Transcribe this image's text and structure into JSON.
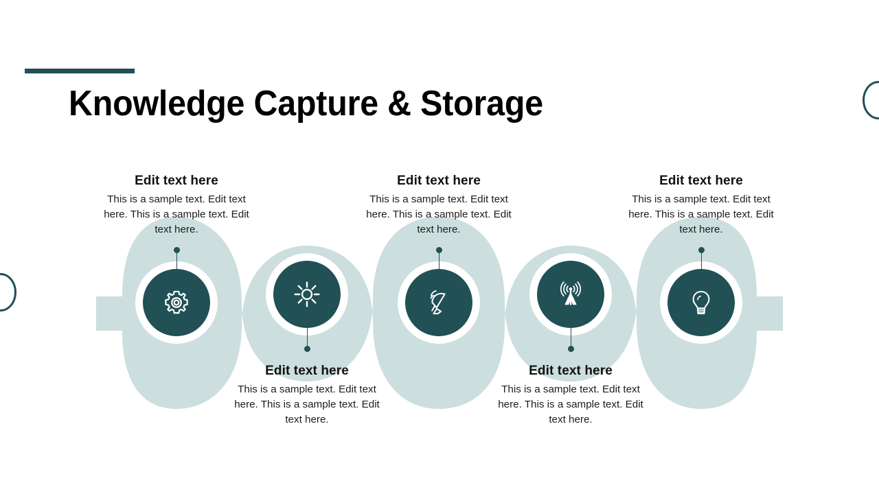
{
  "slide": {
    "title": "Knowledge Capture & Storage",
    "accent_color": "#215055",
    "wave_color": "#ccdedd",
    "circle_color": "#215055",
    "icon_color": "#ffffff",
    "background_color": "#ffffff"
  },
  "decor": {
    "left_ring_name": "decorative-ring-left",
    "right_ring_name": "decorative-ring-right"
  },
  "nodes": [
    {
      "id": "node-1",
      "icon": "gear-icon",
      "position": "above",
      "heading": "Edit text here",
      "body": "This is a sample text. Edit text here. This is a sample text. Edit text here."
    },
    {
      "id": "node-2",
      "icon": "sun-icon",
      "position": "below",
      "heading": "Edit text here",
      "body": "This is a sample text. Edit text here. This is a sample text. Edit text here."
    },
    {
      "id": "node-3",
      "icon": "satellite-dish-icon",
      "position": "above",
      "heading": "Edit text here",
      "body": "This is a sample text. Edit text here. This is a sample text. Edit text here."
    },
    {
      "id": "node-4",
      "icon": "broadcast-tower-icon",
      "position": "below",
      "heading": "Edit text here",
      "body": "This is a sample text. Edit text here. This is a sample text. Edit text here."
    },
    {
      "id": "node-5",
      "icon": "lightbulb-icon",
      "position": "above",
      "heading": "Edit text here",
      "body": "This is a sample text. Edit text here. This is a sample text. Edit text here."
    }
  ]
}
